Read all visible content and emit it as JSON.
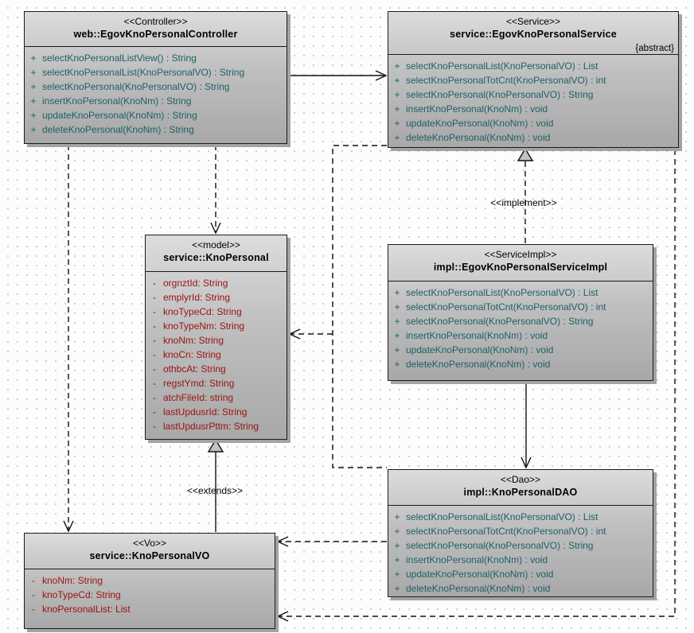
{
  "diagram": {
    "edge_labels": {
      "implement": "<<implement>>",
      "extends": "<<extends>>"
    },
    "colors": {
      "method_text": "#1d6066",
      "attribute_text": "#9b1111",
      "box_fill_top": "#dcdcdc",
      "box_fill_bottom": "#a8a8a8",
      "line": "#111111"
    }
  },
  "classes": [
    {
      "stereotype": "<<Controller>>",
      "name": "web::EgovKnoPersonalController",
      "members": [
        {
          "v": "+",
          "t": "selectKnoPersonalListView() : String"
        },
        {
          "v": "+",
          "t": "selectKnoPersonalList(KnoPersonalVO) : String"
        },
        {
          "v": "+",
          "t": "selectKnoPersonal(KnoPersonalVO) : String"
        },
        {
          "v": "+",
          "t": "insertKnoPersonal(KnoNm) : String"
        },
        {
          "v": "+",
          "t": "updateKnoPersonal(KnoNm) : String"
        },
        {
          "v": "+",
          "t": "deleteKnoPersonal(KnoNm) : String"
        }
      ]
    },
    {
      "stereotype": "<<Service>>",
      "name": "service::EgovKnoPersonalService",
      "tag": "{abstract}",
      "members": [
        {
          "v": "+",
          "t": "selectKnoPersonalList(KnoPersonalVO) : List"
        },
        {
          "v": "+",
          "t": "selectKnoPersonalTotCnt(KnoPersonalVO) : int"
        },
        {
          "v": "+",
          "t": "selectKnoPersonal(KnoPersonalVO) : String"
        },
        {
          "v": "+",
          "t": "insertKnoPersonal(KnoNm) : void"
        },
        {
          "v": "+",
          "t": "updateKnoPersonal(KnoNm) : void"
        },
        {
          "v": "+",
          "t": "deleteKnoPersonal(KnoNm) : void"
        }
      ]
    },
    {
      "stereotype": "<<model>>",
      "name": "service::KnoPersonal",
      "members": [
        {
          "v": "-",
          "t": "orgnztId: String"
        },
        {
          "v": "-",
          "t": "emplyrId: String"
        },
        {
          "v": "-",
          "t": "knoTypeCd: String"
        },
        {
          "v": "-",
          "t": "knoTypeNm: String"
        },
        {
          "v": "-",
          "t": "knoNm: String"
        },
        {
          "v": "-",
          "t": "knoCn: String"
        },
        {
          "v": "-",
          "t": "othbcAt: String"
        },
        {
          "v": "-",
          "t": "regstYmd: String"
        },
        {
          "v": "-",
          "t": "atchFileId: string"
        },
        {
          "v": "-",
          "t": "lastUpdusrId: String"
        },
        {
          "v": "-",
          "t": "lastUpdusrPttm: String"
        }
      ]
    },
    {
      "stereotype": "<<ServiceImpl>>",
      "name": "impl::EgovKnoPersonalServiceImpl",
      "members": [
        {
          "v": "+",
          "t": "selectKnoPersonalList(KnoPersonalVO) : List"
        },
        {
          "v": "+",
          "t": "selectKnoPersonalTotCnt(KnoPersonalVO) : int"
        },
        {
          "v": "+",
          "t": "selectKnoPersonal(KnoPersonalVO) : String"
        },
        {
          "v": "+",
          "t": "insertKnoPersonal(KnoNm) : void"
        },
        {
          "v": "+",
          "t": "updateKnoPersonal(KnoNm) : void"
        },
        {
          "v": "+",
          "t": "deleteKnoPersonal(KnoNm) : void"
        }
      ]
    },
    {
      "stereotype": "<<Dao>>",
      "name": "impl::KnoPersonalDAO",
      "members": [
        {
          "v": "+",
          "t": "selectKnoPersonalList(KnoPersonalVO) : List"
        },
        {
          "v": "+",
          "t": "selectKnoPersonalTotCnt(KnoPersonalVO) : int"
        },
        {
          "v": "+",
          "t": "selectKnoPersonal(KnoPersonalVO) : String"
        },
        {
          "v": "+",
          "t": "insertKnoPersonal(KnoNm) : void"
        },
        {
          "v": "+",
          "t": "updateKnoPersonal(KnoNm) : void"
        },
        {
          "v": "+",
          "t": "deleteKnoPersonal(KnoNm) : void"
        }
      ]
    },
    {
      "stereotype": "<<Vo>>",
      "name": "service::KnoPersonalVO",
      "members": [
        {
          "v": "-",
          "t": "knoNm: String"
        },
        {
          "v": "-",
          "t": "knoTypeCd: String"
        },
        {
          "v": "-",
          "t": "knoPersonalList: List"
        }
      ]
    }
  ]
}
